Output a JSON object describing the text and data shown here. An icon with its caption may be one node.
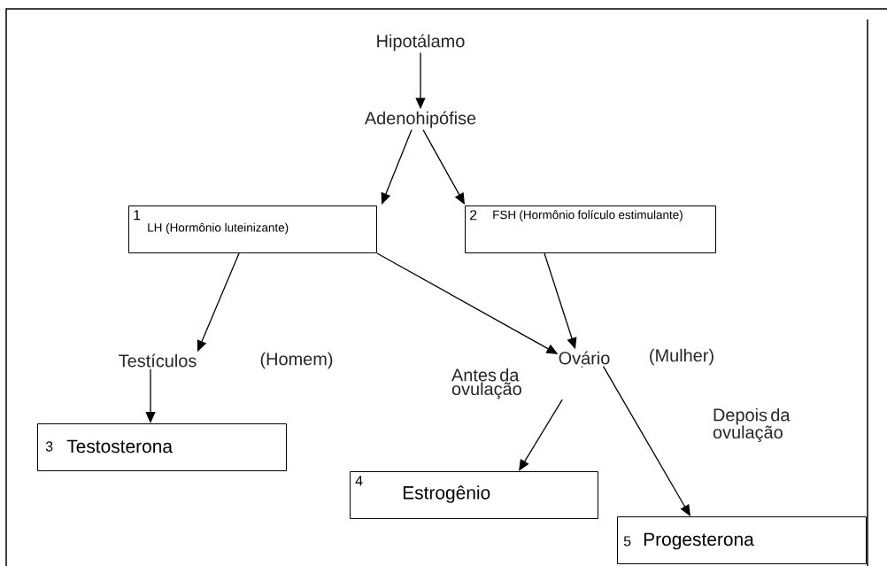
{
  "diagram": {
    "nodes": [
      {
        "text": [
          "Hipotálamo"
        ]
      },
      {
        "text": [
          "Adenohipófise"
        ]
      },
      {
        "text": [
          "1",
          "LH (Hormônio luteinizante)"
        ]
      },
      {
        "text": [
          "2",
          "FSH (Hormônio folículo estimulante)"
        ]
      },
      {
        "text": [
          "Testículos"
        ],
        "beside": [
          "(Homem)"
        ]
      },
      {
        "text": [
          "Ovário"
        ],
        "beside": [
          "(Mulher)"
        ]
      },
      {
        "text": [
          "3",
          "Testosterona"
        ]
      },
      {
        "text": [
          "4",
          "Estrogênio"
        ]
      },
      {
        "text": [
          "5",
          "Progesterona"
        ]
      }
    ],
    "edges": [
      {
        "from": 0,
        "to": 1,
        "arrow": "to"
      },
      {
        "from": 1,
        "to": 2,
        "arrow": "to"
      },
      {
        "from": 1,
        "to": 3,
        "arrow": "to"
      },
      {
        "from": 2,
        "to": 4,
        "arrow": "to"
      },
      {
        "from": 2,
        "to": 5,
        "arrow": "to"
      },
      {
        "from": 3,
        "to": 5,
        "arrow": "to"
      },
      {
        "from": 4,
        "to": 6,
        "arrow": "to"
      },
      {
        "from": 5,
        "to": 7,
        "label": "Antes da ovulação",
        "arrow": "to"
      },
      {
        "from": 5,
        "to": 8,
        "label": "Depois da ovulação",
        "arrow": "to"
      }
    ]
  }
}
